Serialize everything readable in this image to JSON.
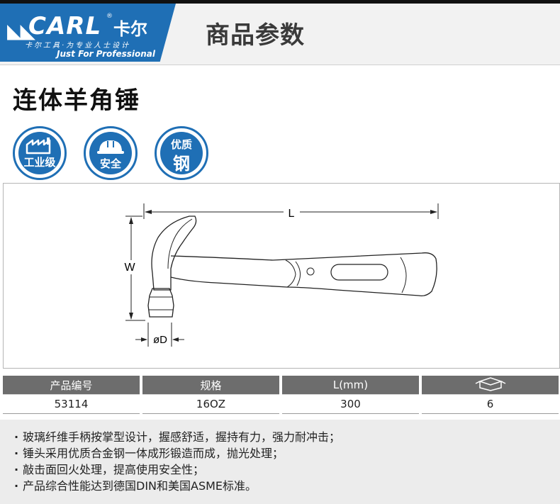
{
  "header": {
    "brand": "CARL",
    "brand_cn": "卡尔",
    "tagline_cn": "卡尔工具·为专业人士设计",
    "tagline_en": "Just For Professional",
    "section_title": "商品参数"
  },
  "product": {
    "title": "连体羊角锤"
  },
  "badges": [
    {
      "label": "工业级"
    },
    {
      "label": "安全"
    },
    {
      "line1": "优质",
      "line2": "钢"
    }
  ],
  "diagram": {
    "length_label": "L",
    "width_label": "W",
    "diameter_label": "øD"
  },
  "spec_table": {
    "headers": [
      "产品编号",
      "规格",
      "L(mm)"
    ],
    "header_icon": "box-icon",
    "rows": [
      [
        "53114",
        "16OZ",
        "300",
        "6"
      ]
    ]
  },
  "features": [
    "玻璃纤维手柄按掌型设计，握感舒适，握持有力，强力耐冲击；",
    "锤头采用优质合金钢一体成形锻造而成，抛光处理；",
    "敲击面回火处理，提高使用安全性；",
    "产品综合性能达到德国DIN和美国ASME标准。"
  ],
  "colors": {
    "brand_blue": "#1f6fb5",
    "table_header_gray": "#6d6d6d",
    "feature_bg": "#ececec"
  }
}
